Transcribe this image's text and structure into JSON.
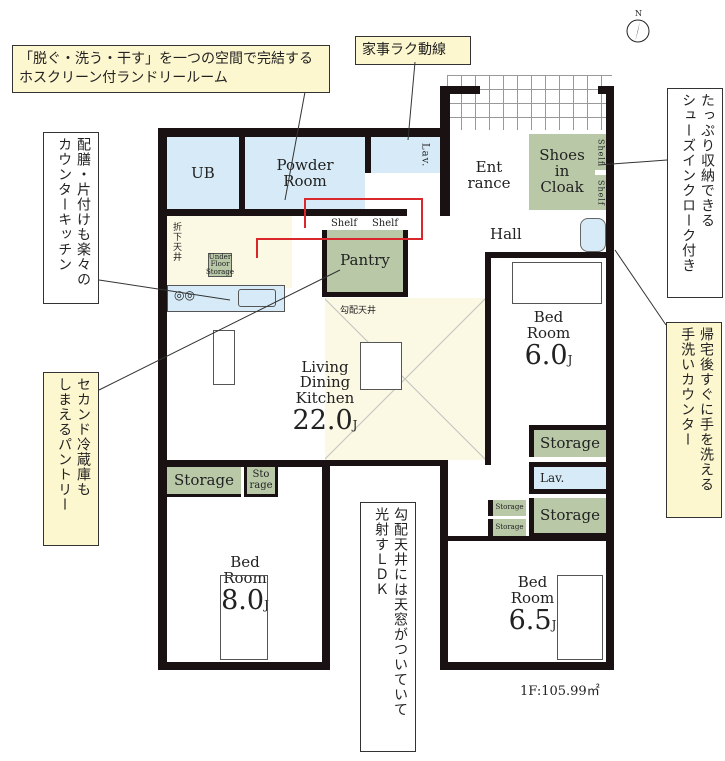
{
  "compass": {
    "label": "N"
  },
  "callouts": {
    "laundry": {
      "line1": "「脱ぐ・洗う・干す」を一つの空間で完結する",
      "line2": "ホスクリーン付ランドリールーム"
    },
    "housework": "家事ラク動線",
    "kitchen": {
      "line1": "配膳・片付けも楽々の",
      "line2": "カウンターキッチン"
    },
    "pantry": {
      "line1": "セカンド冷蔵庫も",
      "line2": "しまえるパントリー"
    },
    "shoes": {
      "line1": "たっぷり収納できる",
      "line2": "シューズインクローク付き"
    },
    "handwash": {
      "line1": "帰宅後すぐに手を洗える",
      "line2": "手洗いカウンター"
    },
    "ldk": {
      "line1": "勾配天井には天窓がついていて",
      "line2": "光射すＬＤＫ"
    }
  },
  "rooms": {
    "ub": "UB",
    "powder": {
      "line1": "Powder",
      "line2": "Room"
    },
    "lav_top": "Lav.",
    "shelf1": "Shelf",
    "shelf2": "Shelf",
    "pantry": "Pantry",
    "entrance": {
      "line1": "Ent",
      "line2": "rance"
    },
    "shoes": {
      "line1": "Shoes",
      "line2": "in",
      "line3": "Cloak"
    },
    "shoes_shelf1": "Shelf",
    "shoes_shelf2": "Shelf",
    "hall": "Hall",
    "kitchen_ceiling": "折下天井",
    "underfloor": "Under Floor Storage",
    "vaulted": "勾配天井",
    "ldk": {
      "line1": "Living",
      "line2": "Dining",
      "line3": "Kitchen",
      "size": "22.0",
      "unit": "J"
    },
    "bed1": {
      "line1": "Bed",
      "line2": "Room",
      "size": "6.0",
      "unit": "J"
    },
    "storage_r1": "Storage",
    "lav_right": "Lav.",
    "storage_r2": "Storage",
    "storage_s1": "Storage",
    "storage_s2": "Storage",
    "bed2": {
      "line1": "Bed",
      "line2": "Room",
      "size": "8.0",
      "unit": "J"
    },
    "storage_l": "Storage",
    "storage_sto": {
      "line1": "Sto",
      "line2": "rage"
    },
    "bed3": {
      "line1": "Bed",
      "line2": "Room",
      "size": "6.5",
      "unit": "J"
    }
  },
  "area": "1F:105.99㎡",
  "colors": {
    "wet": "#d6ebf7",
    "storage": "#b9c9a8",
    "callout": "#fdf7cf",
    "route": "#d8282b"
  }
}
